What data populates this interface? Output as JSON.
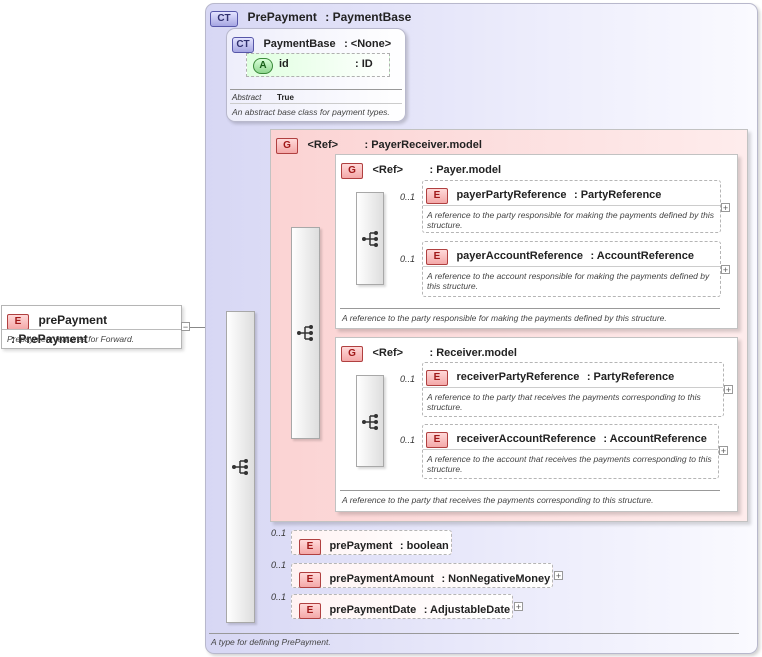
{
  "outer": {
    "badge": "CT",
    "name": "PrePayment",
    "type": ": PaymentBase",
    "doc": "A type for defining PrePayment."
  },
  "base": {
    "badge": "CT",
    "name": "PaymentBase",
    "type": ": <None>",
    "attr": {
      "badge": "A",
      "name": "id",
      "type": ": ID"
    },
    "abstract_label": "Abstract",
    "abstract_value": "True",
    "doc": "An abstract base class for payment types."
  },
  "root": {
    "badge": "E",
    "name": "prePayment",
    "type": ": PrePayment",
    "doc": "Prepayment features for Forward."
  },
  "payer_receiver": {
    "badge": "G",
    "ref": "<Ref>",
    "name": ": PayerReceiver.model"
  },
  "payer_model": {
    "badge": "G",
    "ref": "<Ref>",
    "name": ": Payer.model",
    "doc": "A reference to the party responsible for making the payments defined by this structure.",
    "elements": [
      {
        "occ": "0..1",
        "badge": "E",
        "name": "payerPartyReference",
        "type": ": PartyReference",
        "doc": "A reference to the party responsible for making the payments defined by this structure."
      },
      {
        "occ": "0..1",
        "badge": "E",
        "name": "payerAccountReference",
        "type": ": AccountReference",
        "doc": "A reference to the account responsible for making the payments defined by this structure."
      }
    ]
  },
  "receiver_model": {
    "badge": "G",
    "ref": "<Ref>",
    "name": ": Receiver.model",
    "doc": "A reference to the party that receives the payments corresponding to this structure.",
    "elements": [
      {
        "occ": "0..1",
        "badge": "E",
        "name": "receiverPartyReference",
        "type": ": PartyReference",
        "doc": "A reference to the party that receives the payments corresponding to this structure."
      },
      {
        "occ": "0..1",
        "badge": "E",
        "name": "receiverAccountReference",
        "type": ": AccountReference",
        "doc": "A reference to the account that receives the payments corresponding to this structure."
      }
    ]
  },
  "tail_elements": [
    {
      "occ": "0..1",
      "badge": "E",
      "name": "prePayment",
      "type": ": boolean"
    },
    {
      "occ": "0..1",
      "badge": "E",
      "name": "prePaymentAmount",
      "type": ": NonNegativeMoney"
    },
    {
      "occ": "0..1",
      "badge": "E",
      "name": "prePaymentDate",
      "type": ": AdjustableDate"
    }
  ],
  "icons": {
    "sequence": "sequence-icon",
    "expand": "plus-icon",
    "collapse": "minus-icon",
    "ct": "complex-type-icon"
  }
}
